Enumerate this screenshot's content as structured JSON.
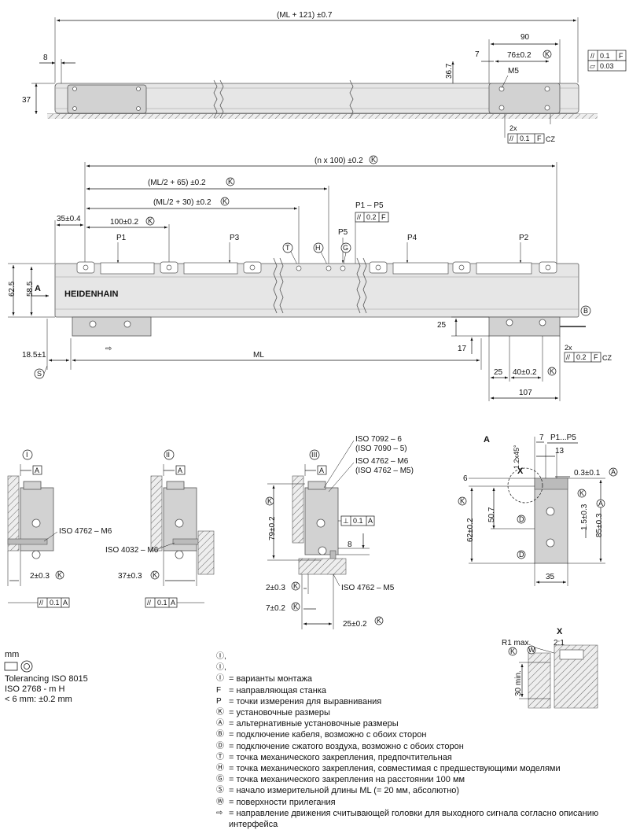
{
  "top_view": {
    "overall": "(ML + 121) ±0.7",
    "d8": "8",
    "d37": "37",
    "d90": "90",
    "d7": "7",
    "d76": "76±0.2",
    "d36_7": "36.7",
    "m5": "M5",
    "tol_a": "0.1",
    "tol_a_ref": "F",
    "tol_b": "0.03",
    "twox": "2x",
    "tol_c": "0.1",
    "tol_c_ref": "F",
    "cz": "CZ"
  },
  "main_view": {
    "n100": "(n x 100) ±0.2",
    "ml2_65": "(ML/2 + 65) ±0.2",
    "ml2_30": "(ML/2 + 30) ±0.2",
    "p1p5": "P1 – P5",
    "tol_ref_val": "0.2",
    "tol_ref_ref": "F",
    "d35": "35±0.4",
    "d100": "100±0.2",
    "p1": "P1",
    "p3": "P3",
    "p5": "P5",
    "p4": "P4",
    "p2": "P2",
    "t": "T",
    "h": "H",
    "g": "G",
    "a": "A",
    "d62_5": "62.5",
    "d58_5": "58.5",
    "brand": "HEIDENHAIN",
    "d18_5": "18.5±1",
    "s": "S",
    "ml": "ML",
    "d25": "25",
    "d17": "17",
    "b": "B",
    "twox": "2x",
    "tol_val": "0.2",
    "tol_ref": "F",
    "cz": "CZ",
    "d25b": "25",
    "d40": "40±0.2",
    "d107": "107"
  },
  "detail_i": {
    "label": "I",
    "a": "A",
    "iso": "ISO 4762 – M6",
    "dim": "2±0.3",
    "tol": "0.1",
    "tol_ref": "A"
  },
  "detail_ii": {
    "label": "II",
    "a": "A",
    "iso": "ISO 4032 – M6",
    "dim": "37±0.3",
    "tol": "0.1",
    "tol_ref": "A"
  },
  "detail_iii": {
    "label": "III",
    "a": "A",
    "iso1": "ISO 7092 – 6",
    "iso1b": "(ISO 7090 – 5)",
    "iso2": "ISO 4762 – M6",
    "iso2b": "(ISO 4762 – M5)",
    "iso3": "ISO 4762 – M5",
    "d79": "79±0.2",
    "perp": "0.1",
    "perp_ref": "A",
    "d8": "8",
    "d2": "2±0.3",
    "d7": "7±0.2",
    "d25": "25±0.2"
  },
  "detail_a": {
    "label": "A",
    "d7": "7",
    "p": "P1...P5",
    "d13": "13",
    "cham": "1.2x45°",
    "x": "X",
    "d0_3": "0.3±0.1",
    "d6": "6",
    "d50_7": "50.7",
    "d62": "62±0.2",
    "d1_5": "1.5±0.3",
    "d85": "85±0.3",
    "d35": "35",
    "dd": "D"
  },
  "detail_x": {
    "label": "X",
    "scale": "2:1",
    "r1": "R1 max.",
    "d30": "30 min.",
    "w": "W"
  },
  "units": {
    "mm": "mm",
    "tol1": "Tolerancing ISO 8015",
    "tol2": "ISO 2768 - m H",
    "tol3": "< 6 mm: ±0.2 mm"
  },
  "legend": [
    {
      "sym": "Ⓘ, Ⓘ,",
      "text": ""
    },
    {
      "sym": "Ⓘ",
      "text": "= варианты монтажа"
    },
    {
      "sym": "F",
      "text": "= направляющая станка"
    },
    {
      "sym": "P",
      "text": "= точки измерения для выравнивания"
    },
    {
      "sym": "Ⓚ",
      "text": "= установочные размеры"
    },
    {
      "sym": "Ⓐ",
      "text": "= альтернативные установочные размеры"
    },
    {
      "sym": "Ⓑ",
      "text": "= подключение кабеля, возможно с обоих сторон"
    },
    {
      "sym": "Ⓓ",
      "text": "= подключение сжатого воздуха, возможно с обоих сторон"
    },
    {
      "sym": "Ⓣ",
      "text": "= точка механического закрепления, предпочтительная"
    },
    {
      "sym": "Ⓗ",
      "text": "= точка механического закрепления, совместимая с предшествующими моделями"
    },
    {
      "sym": "Ⓖ",
      "text": "= точка механического закрепления на расстоянии 100 мм"
    },
    {
      "sym": "Ⓢ",
      "text": "= начало измерительной длины ML (= 20 мм, абсолютно)"
    },
    {
      "sym": "Ⓦ",
      "text": "= поверхности прилегания"
    },
    {
      "sym": "⇨",
      "text": "= направление движения считывающей головки для выходного сигнала согласно описанию интерфейса"
    }
  ]
}
